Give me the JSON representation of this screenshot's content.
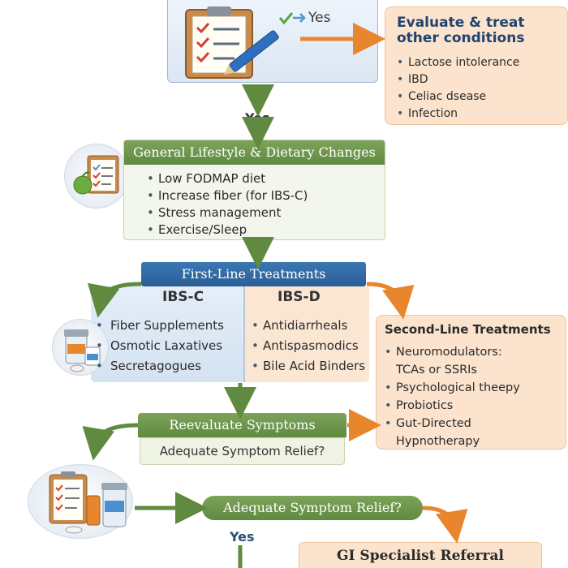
{
  "top": {
    "yes_label": "Yes"
  },
  "evaluate": {
    "title_line1": "Evaluate & treat",
    "title_line2": "other conditions",
    "items": [
      "Lactose intolerance",
      "IBD",
      "Celiac dsease",
      "Infection"
    ]
  },
  "mid_yes": "Yes",
  "lifestyle": {
    "title": "General Lifestyle & Dietary Changes",
    "items": [
      "Low FODMAP diet",
      "Increase fiber (for IBS-C)",
      "Stress management",
      "Exercise/Sleep"
    ]
  },
  "first_line": {
    "title": "First-Line Treatments",
    "ibs_c": {
      "label": "IBS-C",
      "items": [
        "Fiber Supplements",
        "Osmotic Laxatives",
        "Secretagogues"
      ]
    },
    "ibs_d": {
      "label": "IBS-D",
      "items": [
        "Antidiarrheals",
        "Antispasmodics",
        "Bile Acid Binders"
      ]
    }
  },
  "second_line": {
    "title": "Second-Line Treatments",
    "item1_line1": "Neuromodulators:",
    "item1_line2": "TCAs or SSRIs",
    "item2": "Psychological theepy",
    "item3": "Probiotics",
    "item4_line1": "Gut-Directed",
    "item4_line2": "Hypnotherapy"
  },
  "reevaluate": {
    "title": "Reevaluate Symptoms",
    "question": "Adequate Symptom Relief?"
  },
  "adequate": {
    "title": "Adequate Symptom Relief?",
    "yes_label": "Yes"
  },
  "gi_referral": {
    "title": "GI Specialist Referral"
  },
  "colors": {
    "blue_header": "#2f6aa8",
    "green_header": "#6b9449",
    "orange_arrow": "#e8862e",
    "green_arrow": "#5f8a40",
    "peach_box": "#fbe3cd"
  }
}
